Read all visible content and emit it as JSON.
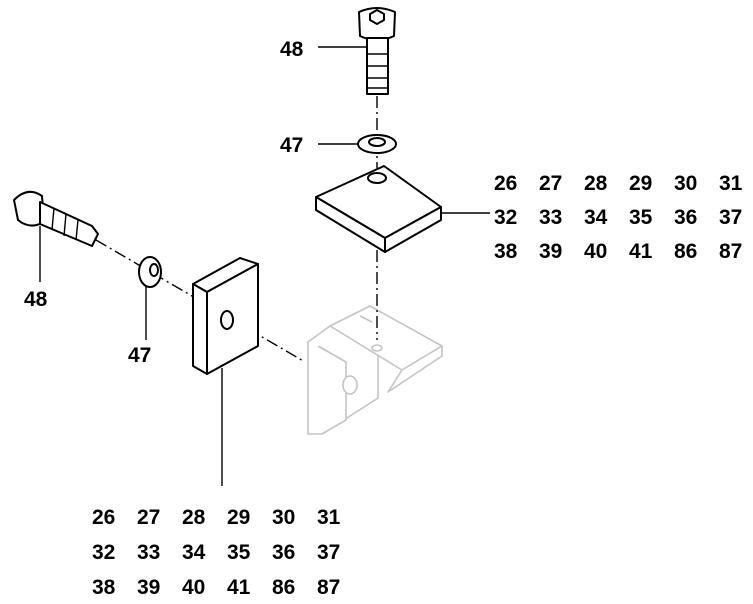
{
  "labels": {
    "top_screw": "48",
    "top_washer": "47",
    "left_screw": "48",
    "left_washer": "47"
  },
  "ref_grid_top": [
    [
      "26",
      "27",
      "28",
      "29",
      "30",
      "31"
    ],
    [
      "32",
      "33",
      "34",
      "35",
      "36",
      "37"
    ],
    [
      "38",
      "39",
      "40",
      "41",
      "86",
      "87"
    ]
  ],
  "ref_grid_bottom": [
    [
      "26",
      "27",
      "28",
      "29",
      "30",
      "31"
    ],
    [
      "32",
      "33",
      "34",
      "35",
      "36",
      "37"
    ],
    [
      "38",
      "39",
      "40",
      "41",
      "86",
      "87"
    ]
  ],
  "colors": {
    "ink": "#000000",
    "faded_bracket": "#c4c4c4",
    "background": "#ffffff"
  }
}
